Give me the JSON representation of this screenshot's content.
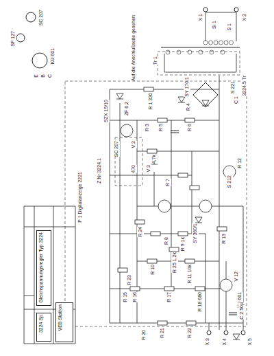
{
  "diagram": {
    "nodes": [
      {
        "text": [
          "Gleichspannungsregler Typ 3224"
        ]
      },
      {
        "text": [
          "3224 Sp"
        ]
      },
      {
        "text": [
          "VEB Statron"
        ]
      }
    ],
    "labels": [
      "Auf die Anschlußseite gesehen",
      "SC 207",
      "SF 127",
      "KU 601",
      "E",
      "B",
      "C",
      "X 1",
      "X 2",
      "Si 1",
      "S 1",
      "Tr 1",
      "3224.5 Tr",
      "S 221",
      "SY 170/1",
      "C 1",
      "R 1 330",
      "SZX 19/10",
      "ZF 6,2",
      "R 3",
      "R 4",
      "R 5",
      "SC 207",
      "V 2",
      "V 3",
      "4,7k",
      "470",
      "Z Nr 3224.1",
      "P 1 Digitalanzeige 2221",
      "R 6",
      "R 7",
      "R 8",
      "R 9 1k",
      "R 10",
      "R 11 10k",
      "SY 360/1",
      "R 12",
      "V 12",
      "KU 601",
      "R 13",
      "S 212",
      "R 15",
      "R 16",
      "R 17",
      "R 18 680",
      "R 20",
      "R 21",
      "R 22",
      "R 23",
      "R 24",
      "R 25 1,2k",
      "C 2 50µ",
      "X 3",
      "X 4",
      "X 5"
    ]
  }
}
